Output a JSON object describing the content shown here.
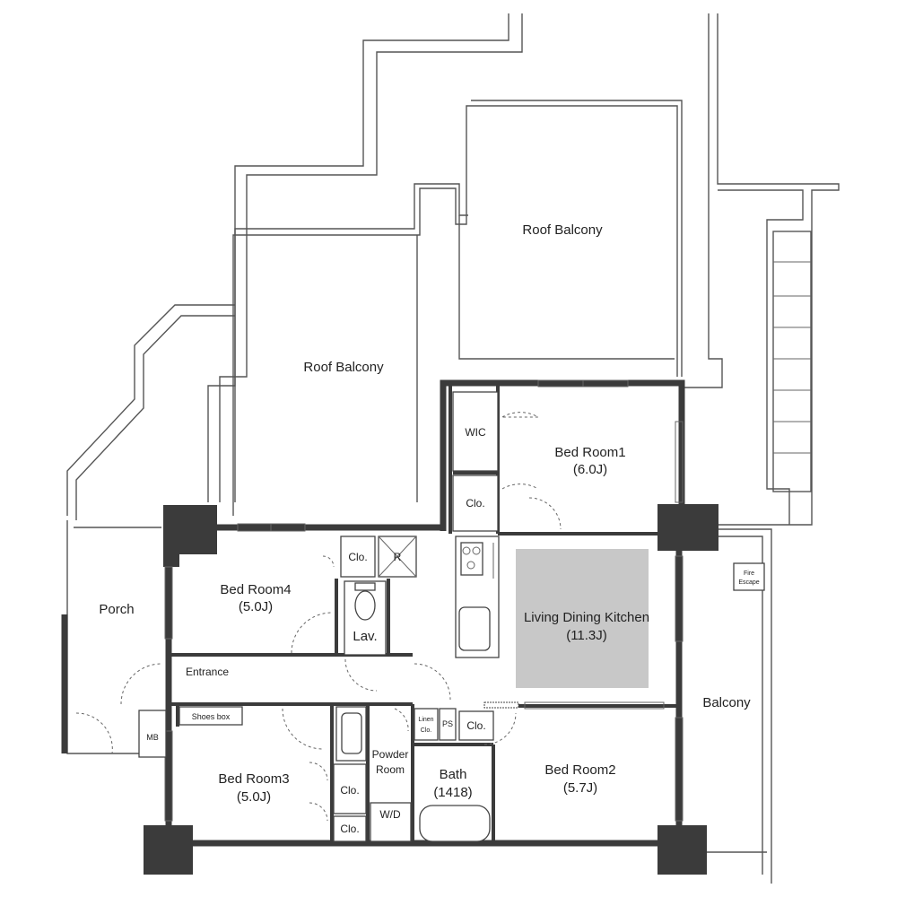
{
  "rooms": {
    "roof_balcony_left": "Roof Balcony",
    "roof_balcony_right": "Roof Balcony",
    "wic": "WIC",
    "bedroom1_name": "Bed Room1",
    "bedroom1_size": "(6.0J)",
    "clo_bed1": "Clo.",
    "clo_bed4": "Clo.",
    "refrigerator": "R",
    "bedroom4_name": "Bed Room4",
    "bedroom4_size": "(5.0J)",
    "lav": "Lav.",
    "porch": "Porch",
    "ldk_name": "Living Dining Kitchen",
    "ldk_size": "(11.3J)",
    "fire_escape_1": "Fire",
    "fire_escape_2": "Escape",
    "balcony": "Balcony",
    "entrance": "Entrance",
    "shoes_box": "Shoes box",
    "mb": "MB",
    "linen_1": "Linen",
    "linen_2": "Clo.",
    "ps": "PS",
    "clo_bed2": "Clo.",
    "powder_1": "Powder",
    "powder_2": "Room",
    "bath_name": "Bath",
    "bath_size": "(1418)",
    "bedroom2_name": "Bed Room2",
    "bedroom2_size": "(5.7J)",
    "bedroom3_name": "Bed Room3",
    "bedroom3_size": "(5.0J)",
    "clo_bed3a": "Clo.",
    "clo_bed3b": "Clo.",
    "wd": "W/D"
  },
  "colors": {
    "wall": "#3b3b3b",
    "ldk_highlight": "#c8c8c8",
    "outline": "#555555"
  }
}
